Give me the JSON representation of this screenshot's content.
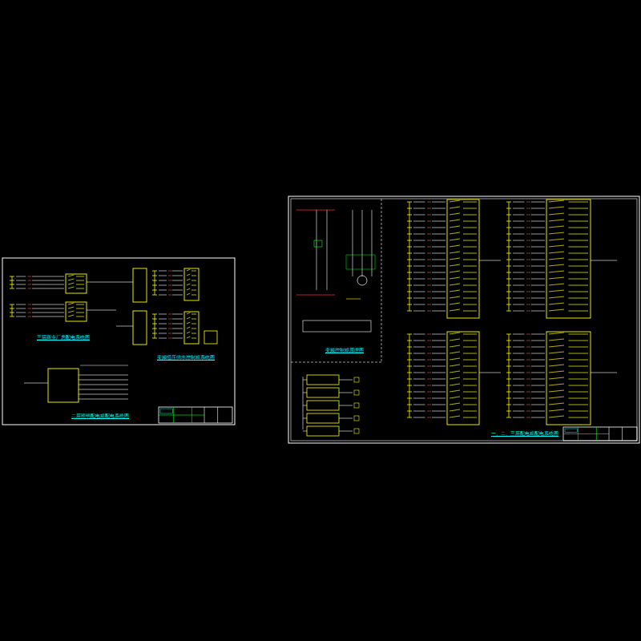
{
  "diagram": {
    "title": "一、二、三层配电箱配电系统图",
    "labels": [
      "三层商业厂房配电系统图",
      "变频恒压供水控制箱系统图",
      "二层照明配电箱配电系统图",
      "变频控制箱原理图"
    ]
  }
}
